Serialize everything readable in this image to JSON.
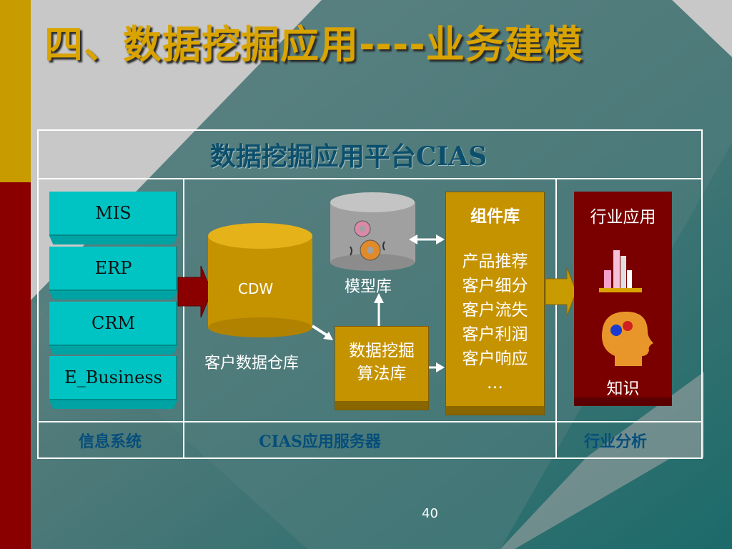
{
  "slide": {
    "title": "四、数据挖掘应用----业务建模",
    "page_number": "40"
  },
  "platform": {
    "title": "数据挖掘应用平台CIAS"
  },
  "sources": {
    "items": [
      "MIS",
      "ERP",
      "CRM",
      "E_Business"
    ]
  },
  "warehouse": {
    "cylinder_label": "CDW",
    "caption": "客户数据仓库"
  },
  "model_lib": {
    "caption": "模型库"
  },
  "algorithm_lib": {
    "line1": "数据挖掘",
    "line2": "算法库"
  },
  "component_lib": {
    "title": "组件库",
    "items": [
      "产品推荐",
      "客户细分",
      "客户流失",
      "客户利润",
      "客户响应",
      "…"
    ]
  },
  "industry": {
    "title": "行业应用",
    "knowledge": "知识"
  },
  "footer": {
    "left": "信息系统",
    "middle": "CIAS应用服务器",
    "right": "行业分析"
  },
  "colors": {
    "gold": "#c89b00",
    "dark_red": "#8a0000",
    "teal": "#00c4c4",
    "label_blue": "#064e7a"
  }
}
